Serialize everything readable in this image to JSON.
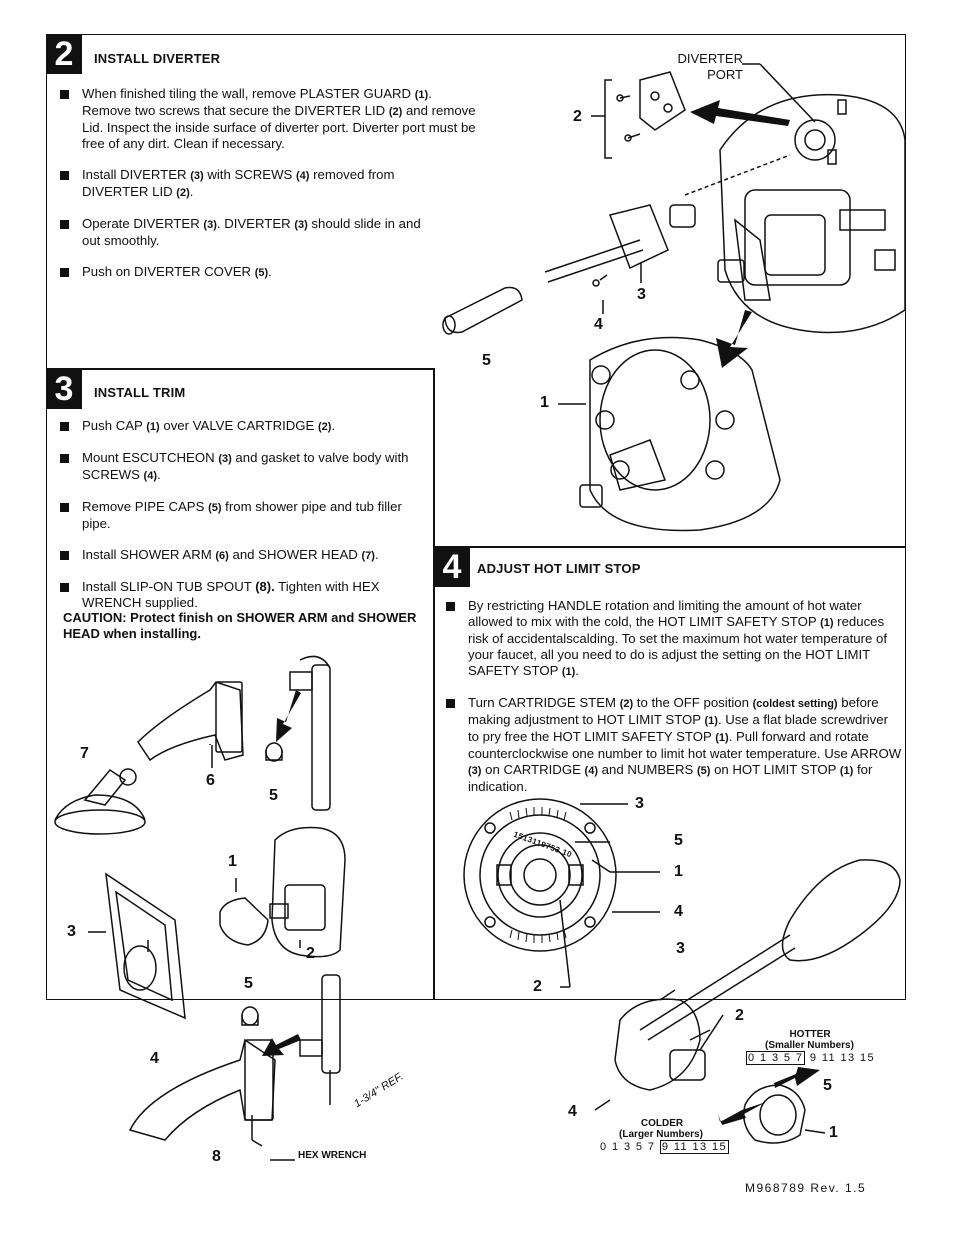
{
  "section2": {
    "number": "2",
    "title": "INSTALL DIVERTER",
    "steps": [
      {
        "text_before": "When finished tiling the wall, remove PLASTER GUARD ",
        "ref1": "(1)",
        "text_mid": ". Remove two screws that secure the DIVERTER LID ",
        "ref2": "(2)",
        "text_after": " and remove Lid. Inspect the inside surface of diverter port. Diverter port must be free of any dirt. Clean if necessary."
      },
      {
        "text_before": "Install DIVERTER ",
        "ref1": "(3)",
        "text_mid": " with SCREWS ",
        "ref2": "(4)",
        "text_mid2": " removed from DIVERTER LID ",
        "ref3": "(2)",
        "text_after": "."
      },
      {
        "text_before": "Operate DIVERTER ",
        "ref1": "(3)",
        "text_mid": ". DIVERTER ",
        "ref2": "(3)",
        "text_after": " should slide in and out smoothly."
      },
      {
        "text_before": "Push on DIVERTER COVER ",
        "ref1": "(5)",
        "text_after": "."
      }
    ],
    "diagram_labels": {
      "port": "DIVERTER\nPORT",
      "l1": "1",
      "l2": "2",
      "l3": "3",
      "l4": "4",
      "l5": "5"
    }
  },
  "section3": {
    "number": "3",
    "title": "INSTALL TRIM",
    "steps": [
      {
        "text_before": "Push CAP ",
        "ref1": "(1)",
        "text_mid": " over VALVE CARTRIDGE ",
        "ref2": "(2)",
        "text_after": "."
      },
      {
        "text_before": "Mount ESCUTCHEON ",
        "ref1": "(3)",
        "text_mid": " and gasket to valve body with SCREWS ",
        "ref2": "(4)",
        "text_after": "."
      },
      {
        "text_before": "Remove PIPE CAPS ",
        "ref1": "(5)",
        "text_after": " from shower pipe and tub filler pipe."
      },
      {
        "text_before": "Install SHOWER ARM ",
        "ref1": "(6)",
        "text_mid": " and SHOWER HEAD ",
        "ref2": "(7)",
        "text_after": "."
      },
      {
        "text_before": "Install SLIP-ON TUB SPOUT ",
        "ref1": "(8).",
        "text_after": " Tighten with HEX WRENCH supplied."
      }
    ],
    "caution": "CAUTION: Protect finish on SHOWER ARM and SHOWER HEAD when installing.",
    "diagram_labels": {
      "l7": "7",
      "l6": "6",
      "l5a": "5",
      "l1": "1",
      "l3": "3",
      "l2": "2",
      "l5b": "5",
      "l4": "4",
      "l8": "8",
      "ref": "1-3/4\" REF.",
      "hex": "HEX WRENCH"
    }
  },
  "section4": {
    "number": "4",
    "title": "ADJUST HOT LIMIT STOP",
    "steps": [
      {
        "text_before": "By restricting HANDLE rotation and limiting the amount of hot water allowed to mix with the cold, the HOT LIMIT SAFETY STOP ",
        "ref1": "(1)",
        "text_mid": " reduces risk of accidentalscalding. To set the maximum hot water temperature of your faucet, all you need to do is adjust the setting on the HOT LIMIT SAFETY STOP ",
        "ref2": "(1)",
        "text_after": "."
      },
      {
        "text_before": "Turn CARTRIDGE STEM ",
        "ref1": "(2)",
        "text_mid": " to the OFF position ",
        "ref2": "(coldest setting)",
        "text_mid2": " before making adjustment to HOT LIMIT STOP ",
        "ref3": "(1)",
        "text_mid3": ". Use a flat blade screwdriver to pry free the HOT LIMIT SAFETY STOP ",
        "ref4": "(1)",
        "text_mid4": ". Pull forward and rotate counterclockwise one number to limit hot water temperature. Use ARROW ",
        "ref5": "(3)",
        "text_mid5": " on CARTRIDGE ",
        "ref6": "(4)",
        "text_mid6": " and NUMBERS ",
        "ref7": "(5)",
        "text_mid7": " on HOT LIMIT STOP ",
        "ref8": "(1)",
        "text_after": " for indication."
      }
    ],
    "dial_text": "1513119753 10",
    "diagram_labels": {
      "a3": "3",
      "a5": "5",
      "a1": "1",
      "a4": "4",
      "a2": "2",
      "b3": "3",
      "b2": "2",
      "b4": "4",
      "b5": "5",
      "b1": "1"
    },
    "hotter": {
      "title": "HOTTER",
      "sub": "(Smaller Numbers)",
      "boxed": "0 1 3 5 7",
      "rest": " 9 11 13 15"
    },
    "colder": {
      "title": "COLDER",
      "sub": "(Larger Numbers)",
      "rest": "0 1 3 5 7 ",
      "boxed": "9 11 13 15"
    }
  },
  "footer": {
    "revision": "M968789 Rev. 1.5"
  }
}
